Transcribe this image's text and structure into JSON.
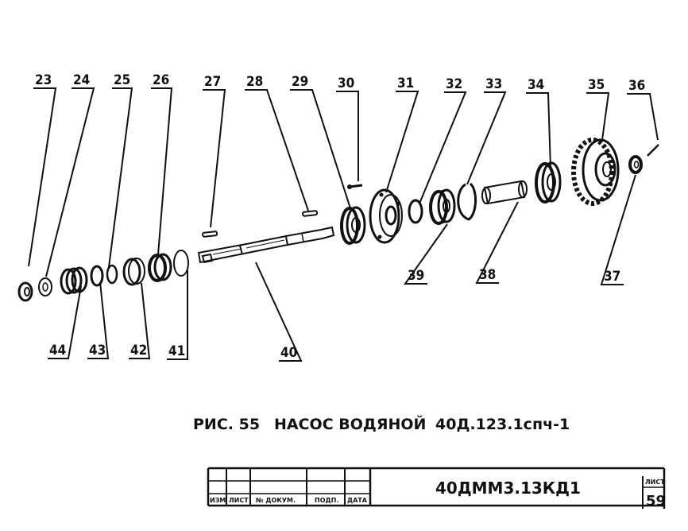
{
  "caption": {
    "prefix": "РИС. 55",
    "title": "НАСОС ВОДЯНОЙ",
    "code": "40Д.123.1спч-1"
  },
  "callouts_top": [
    "23",
    "24",
    "25",
    "26",
    "27",
    "28",
    "29",
    "30",
    "31",
    "32",
    "33",
    "34",
    "35",
    "36"
  ],
  "callouts_bottom": [
    "44",
    "43",
    "42",
    "41",
    "40",
    "39",
    "38",
    "37"
  ],
  "title_block": {
    "columns": [
      "ИЗМ",
      "ЛИСТ",
      "№ ДОКУМ.",
      "ПОДП.",
      "ДАТА"
    ],
    "designation": "40ДММ3.13КД1",
    "sheet_label": "ЛИСТ",
    "sheet_number": "59"
  }
}
